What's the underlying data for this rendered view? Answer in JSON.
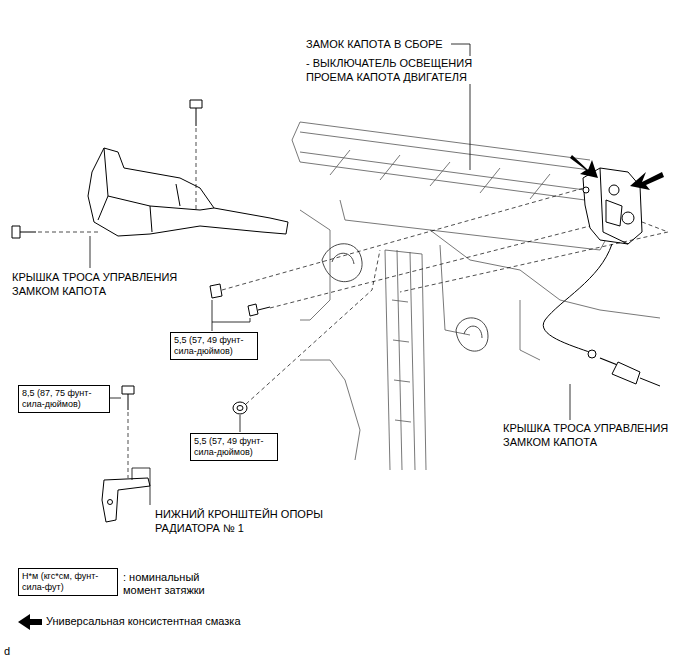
{
  "diagram": {
    "nodes": [
      {
        "text": [
          "5,5 (57, 49 фунт-сила-дюймов)"
        ]
      },
      {
        "text": [
          "8,5 (87, 75 фунт-сила-дюймов)"
        ]
      },
      {
        "text": [
          "5,5 (57, 49 фунт-сила-дюймов)"
        ]
      },
      {
        "text": [
          "Н*м (кгс*см, фунт-сила-фут)"
        ]
      }
    ],
    "labels": [
      "ЗАМОК КАПОТА В СБОРЕ",
      "- ВЫКЛЮЧАТЕЛЬ ОСВЕЩЕНИЯ ПРОЕМА КАПОТА ДВИГАТЕЛЯ",
      "КРЫШКА ТРОСА УПРАВЛЕНИЯ ЗАМКОМ КАПОТА",
      "КРЫШКА ТРОСА УПРАВЛЕНИЯ ЗАМКОМ КАПОТА",
      "НИЖНИЙ КРОНШТЕЙН ОПОРЫ РАДИАТОРА № 1",
      "d"
    ],
    "legend": [
      {
        "text": ": номинальный момент затяжки"
      },
      {
        "text": "Универсальная консистентная смазка"
      }
    ]
  }
}
